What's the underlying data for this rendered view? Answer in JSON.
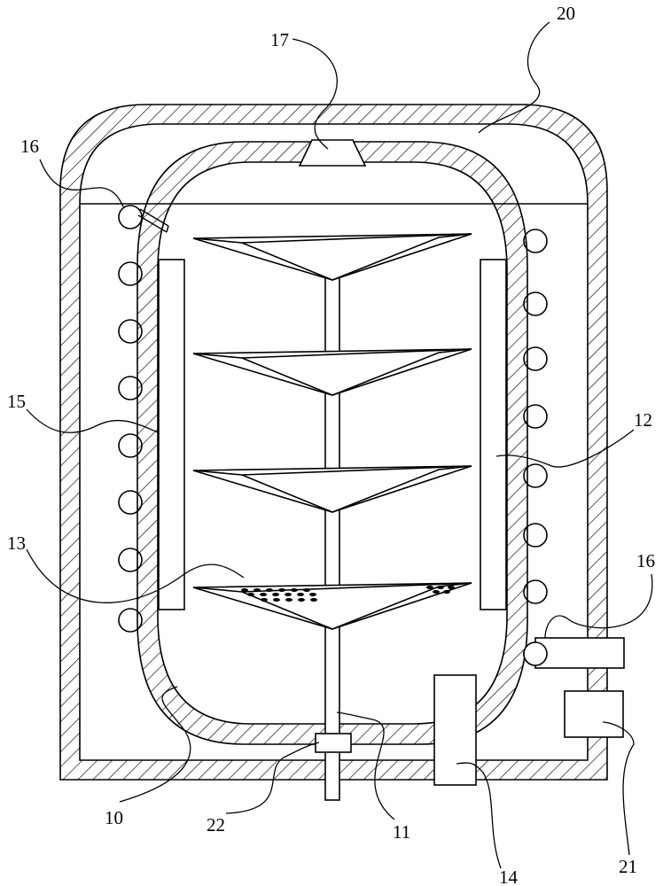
{
  "labels": {
    "l10": "10",
    "l11": "11",
    "l12": "12",
    "l13": "13",
    "l14": "14",
    "l15": "15",
    "l16a": "16",
    "l16b": "16",
    "l17": "17",
    "l20": "20",
    "l21": "21",
    "l22": "22"
  },
  "colors": {
    "line": "#000000",
    "background": "#ffffff"
  }
}
